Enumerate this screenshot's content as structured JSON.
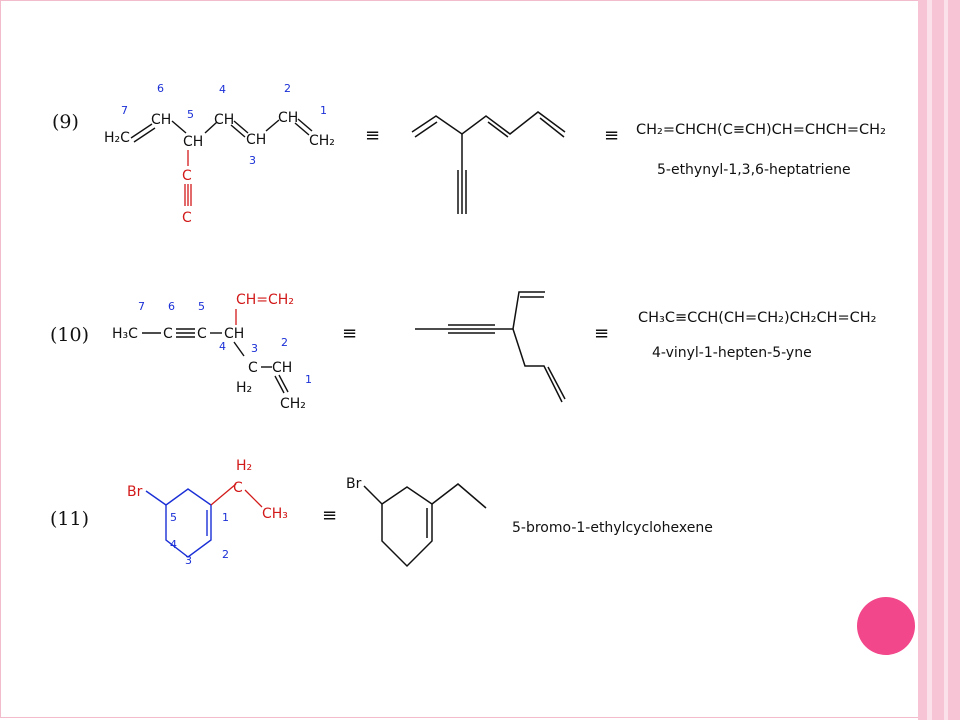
{
  "colors": {
    "accent_pink": "#f2478a",
    "frame_pink": "#f3bccd",
    "red_atom": "#d21a1a",
    "blue_atom": "#1a2fd6"
  },
  "equiv_symbol": "≡",
  "examples": [
    {
      "label": "(9)",
      "formula": "CH₂=CHCH(C≡CH)CH=CHCH=CH₂",
      "name": "5-ethynyl-1,3,6-heptatriene",
      "atoms": {
        "c7": "H₂C",
        "c6": "CH",
        "c5": "CH",
        "c4": "CH",
        "c3": "CH",
        "c2": "CH",
        "c1": "CH₂",
        "alkyne_c1": "C",
        "alkyne_c2": "C"
      },
      "numbers": [
        "7",
        "6",
        "5",
        "4",
        "3",
        "2",
        "1"
      ]
    },
    {
      "label": "(10)",
      "formula": "CH₃C≡CCH(CH=CH₂)CH₂CH=CH₂",
      "name": "4-vinyl-1-hepten-5-yne",
      "atoms": {
        "c7": "H₃C",
        "c6": "C",
        "c5": "C",
        "c4": "CH",
        "vinyl": "CH=CH₂",
        "c3": "C",
        "c3h": "H₂",
        "c2": "CH",
        "c1": "CH₂"
      },
      "numbers": [
        "7",
        "6",
        "5",
        "4",
        "3",
        "2",
        "1"
      ]
    },
    {
      "label": "(11)",
      "name": "5-bromo-1-ethylcyclohexene",
      "atoms": {
        "br": "Br",
        "ch2": "H₂",
        "c": "C",
        "ch3": "CH₃",
        "sk_br": "Br"
      },
      "numbers": [
        "5",
        "1",
        "4",
        "3",
        "2"
      ]
    }
  ]
}
